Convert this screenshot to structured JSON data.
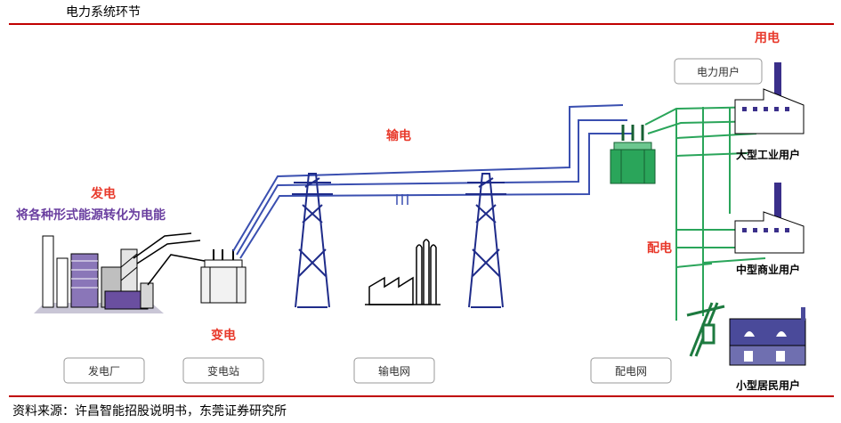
{
  "header": {
    "title": "电力系统环节"
  },
  "labels": {
    "generation": "发电",
    "generation_desc": "将各种形式能源转化为电能",
    "transformation": "变电",
    "transmission": "输电",
    "distribution": "配电",
    "consumption": "用电"
  },
  "consumers": {
    "heading": "电力用户",
    "large_industrial": "大型工业用户",
    "medium_commercial": "中型商业用户",
    "small_residential": "小型居民用户"
  },
  "boxes": {
    "power_plant": "发电厂",
    "substation": "变电站",
    "transmission_grid": "输电网",
    "distribution_grid": "配电网"
  },
  "footer": {
    "source": "资料来源：许昌智能招股说明书，东莞证券研究所"
  },
  "colors": {
    "accent_red": "#e8392b",
    "rule_red": "#c00000",
    "transmission_blue": "#3a4fb0",
    "distribution_green": "#2aa55a",
    "purple": "#6a3fa0"
  }
}
